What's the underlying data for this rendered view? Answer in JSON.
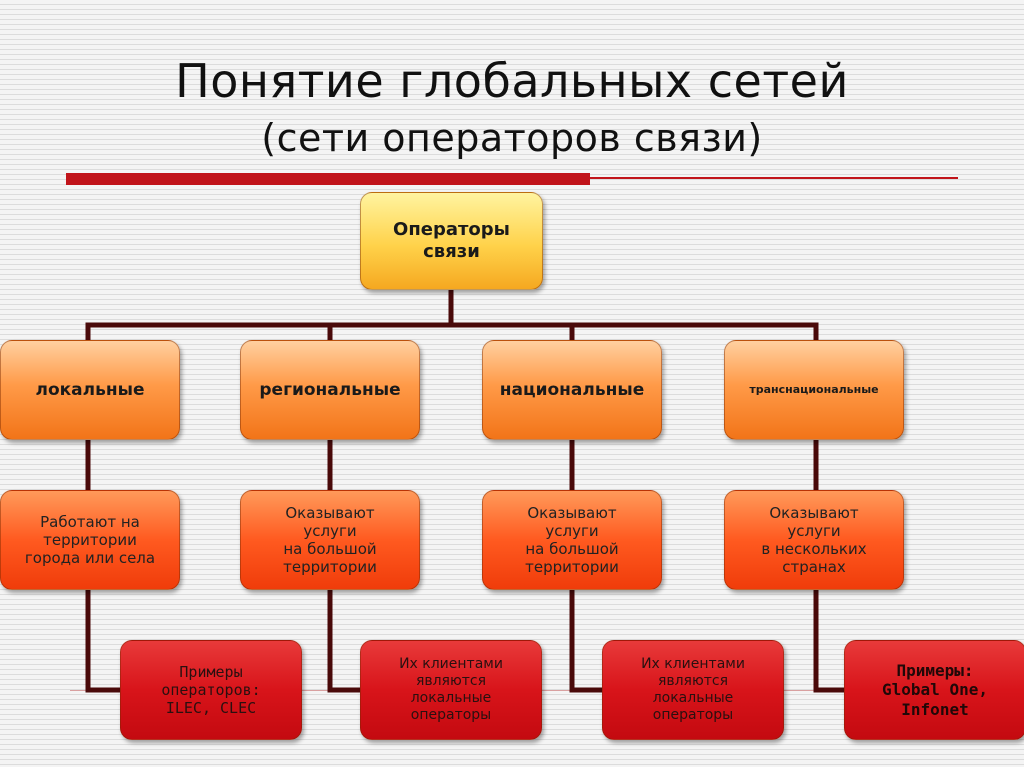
{
  "title": "Понятие глобальных сетей",
  "subtitle": "(сети операторов связи)",
  "root": "Операторы\nсвязи",
  "columns": [
    {
      "category": "локальные",
      "description": "Работают на\nтерритории\nгорода или села",
      "examples": "Примеры\nоператоров:\nILEC, CLEC"
    },
    {
      "category": "региональные",
      "description": "Оказывают\nуслуги\nна большой\nтерритории",
      "examples": "Их клиентами\nявляются\nлокальные\nоператоры"
    },
    {
      "category": "национальные",
      "description": "Оказывают\nуслуги\nна большой\nтерритории",
      "examples": "Их клиентами\nявляются\nлокальные\nоператоры"
    },
    {
      "category": "транснациональные",
      "description": "Оказывают\nуслуги\nв нескольких\nстранах",
      "examples": "Примеры:\nGlobal One,\nInfonet"
    }
  ],
  "colors": {
    "accent_red": "#c1141a",
    "connector": "#4a0a0a",
    "root_fill": "#ffd24a",
    "category_fill": "#ff9a48",
    "description_fill": "#ff5a20",
    "example_fill": "#d8141a"
  }
}
